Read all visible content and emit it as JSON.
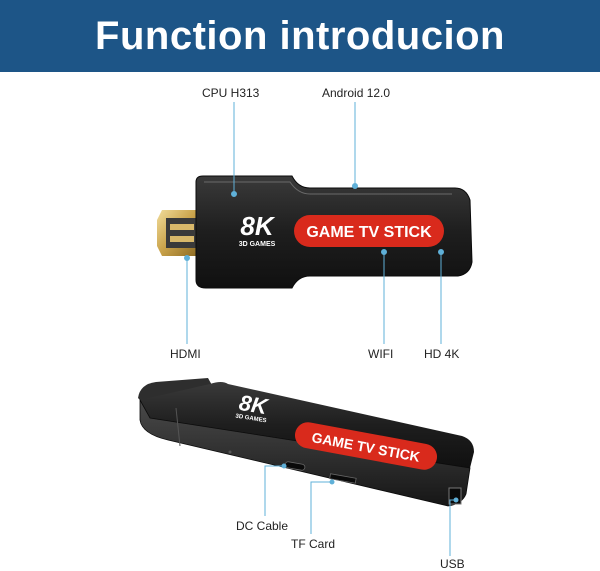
{
  "header": {
    "title": "Function introducion",
    "background": "#1d5587"
  },
  "stick": {
    "logo_main": "8K",
    "logo_sub": "3D GAMES",
    "badge": "GAME TV STICK",
    "badge_color": "#d92a1c",
    "leader_color": "#5fb0d8"
  },
  "labels": {
    "cpu": "CPU H313",
    "android": "Android 12.0",
    "hdmi": "HDMI",
    "wifi": "WIFI",
    "hd4k": "HD 4K",
    "dc_cable": "DC Cable",
    "tf_card": "TF Card",
    "usb": "USB"
  }
}
